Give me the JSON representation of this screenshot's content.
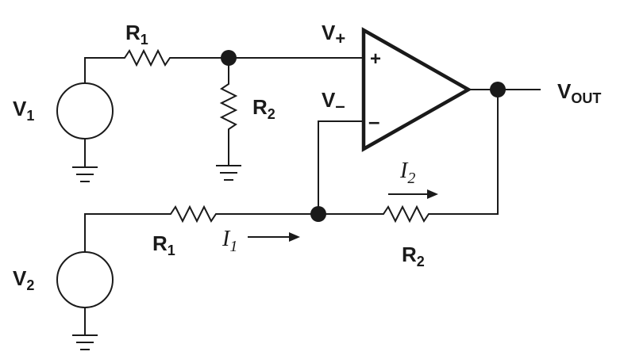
{
  "labels": {
    "v_plus": {
      "main": "V",
      "sub": "+"
    },
    "v_minus": {
      "main": "V",
      "sub": "–"
    },
    "v_out": {
      "main": "V",
      "sub": "OUT"
    },
    "v1": {
      "main": "V",
      "sub": "1"
    },
    "v2": {
      "main": "V",
      "sub": "2"
    },
    "r1_top": {
      "main": "R",
      "sub": "1"
    },
    "r2_shunt": {
      "main": "R",
      "sub": "2"
    },
    "r1_bottom": {
      "main": "R",
      "sub": "1"
    },
    "r2_feedback": {
      "main": "R",
      "sub": "2"
    },
    "i1": {
      "main": "I",
      "sub": "1"
    },
    "i2": {
      "main": "I",
      "sub": "2"
    },
    "plus_sign": "+",
    "minus_sign": "–"
  }
}
